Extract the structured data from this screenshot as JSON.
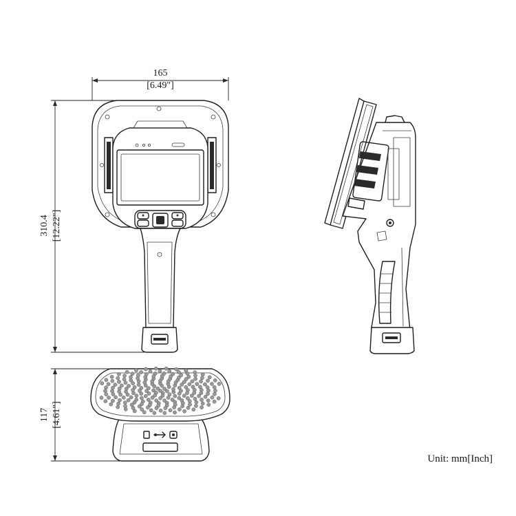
{
  "dimensions": {
    "width_mm": "165",
    "width_in": "[6.49\"]",
    "height_mm": "310.4",
    "height_in": "[12.22\"]",
    "depth_mm": "117",
    "depth_in": "[4.61\"]"
  },
  "unit_note": "Unit: mm[Inch]",
  "icons": {
    "usb": "usb-icon",
    "card_slot": "card-slot-icon",
    "power_jack": "power-jack-icon"
  }
}
